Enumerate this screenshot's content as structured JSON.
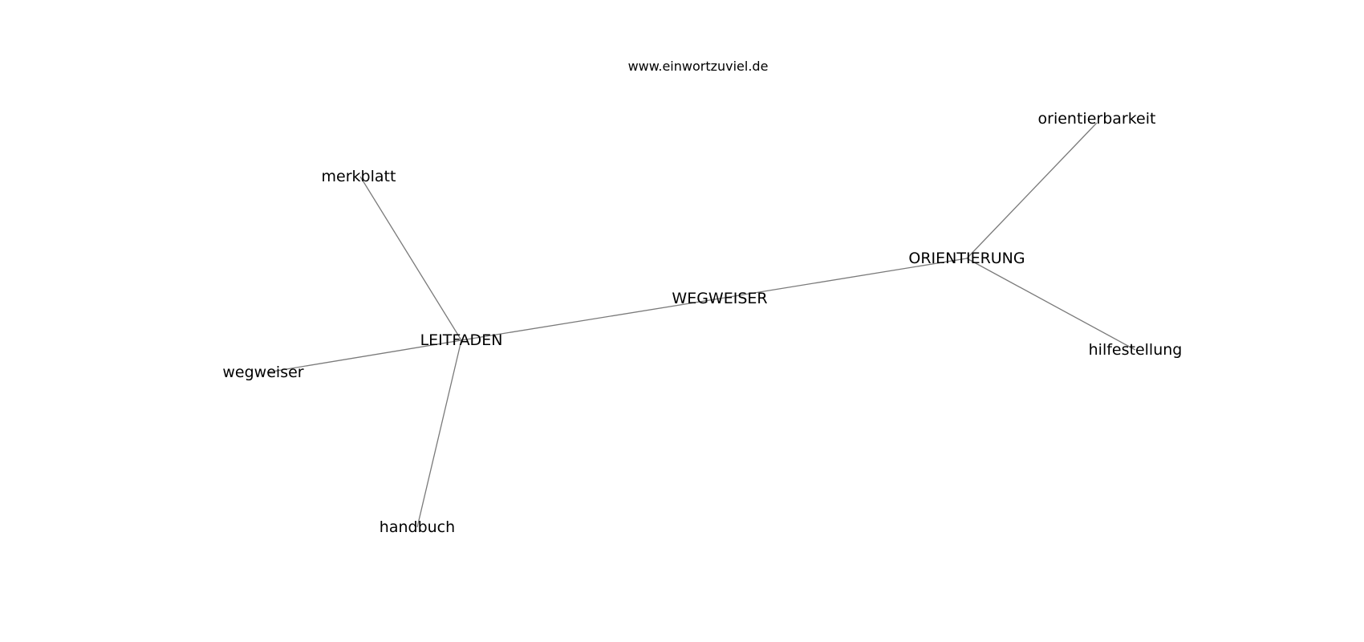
{
  "source_text": "www.einwortzuviel.de",
  "nodes": [
    {
      "id": "WEGWEISER",
      "label": "WEGWEISER"
    },
    {
      "id": "LEITFADEN",
      "label": "LEITFADEN"
    },
    {
      "id": "ORIENTIERUNG",
      "label": "ORIENTIERUNG"
    },
    {
      "id": "merkblatt",
      "label": "merkblatt"
    },
    {
      "id": "wegweiser",
      "label": "wegweiser"
    },
    {
      "id": "handbuch",
      "label": "handbuch"
    },
    {
      "id": "orientierbarkeit",
      "label": "orientierbarkeit"
    },
    {
      "id": "hilfestellung",
      "label": "hilfestellung"
    }
  ],
  "edges": [
    {
      "from": "WEGWEISER",
      "to": "LEITFADEN"
    },
    {
      "from": "WEGWEISER",
      "to": "ORIENTIERUNG"
    },
    {
      "from": "LEITFADEN",
      "to": "merkblatt"
    },
    {
      "from": "LEITFADEN",
      "to": "wegweiser"
    },
    {
      "from": "LEITFADEN",
      "to": "handbuch"
    },
    {
      "from": "ORIENTIERUNG",
      "to": "orientierbarkeit"
    },
    {
      "from": "ORIENTIERUNG",
      "to": "hilfestellung"
    }
  ]
}
